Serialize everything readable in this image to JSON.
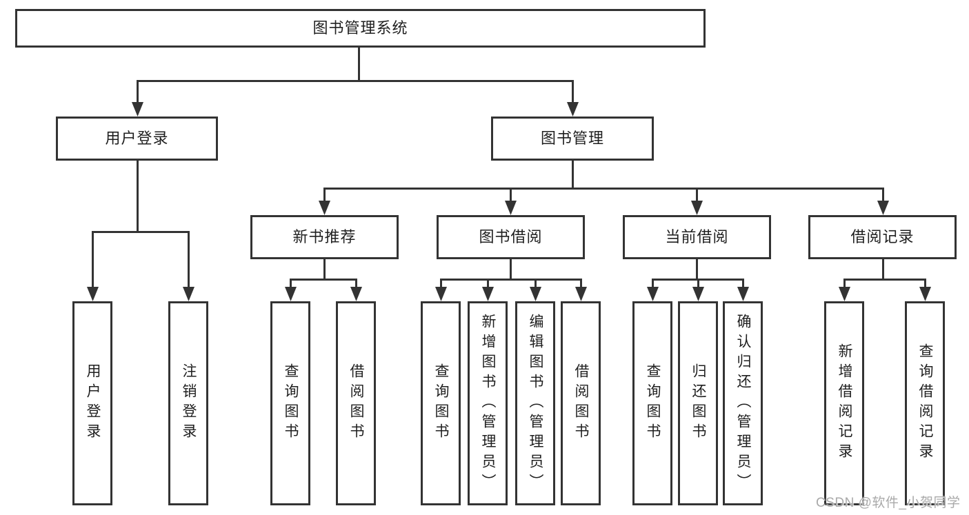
{
  "tree": {
    "root": "图书管理系统",
    "branches": [
      {
        "label": "用户登录",
        "leaves": [
          "用户登录",
          "注销登录"
        ]
      },
      {
        "label": "图书管理",
        "groups": [
          {
            "label": "新书推荐",
            "leaves": [
              "查询图书",
              "借阅图书"
            ]
          },
          {
            "label": "图书借阅",
            "leaves": [
              "查询图书",
              "新增图书（管理员）",
              "编辑图书（管理员）",
              "借阅图书"
            ]
          },
          {
            "label": "当前借阅",
            "leaves": [
              "查询图书",
              "归还图书",
              "确认归还（管理员）"
            ]
          },
          {
            "label": "借阅记录",
            "leaves": [
              "新增借阅记录",
              "查询借阅记录"
            ]
          }
        ]
      }
    ]
  },
  "watermark": {
    "text": "CSDN @软件_小贺同学"
  },
  "colors": {
    "line": "#333333",
    "box_border": "#333333",
    "text": "#1f1f1f",
    "watermark": "#a9a9a9",
    "background": "#ffffff"
  }
}
